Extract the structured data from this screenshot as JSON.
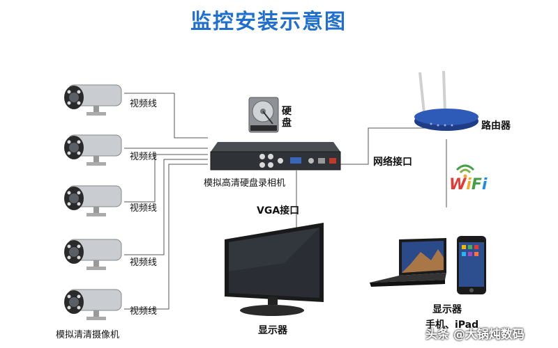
{
  "title": "监控安装示意图",
  "cameras": {
    "cable_label": "视频线",
    "group_label": "模拟清清摄像机",
    "count": 5
  },
  "dvr": {
    "label": "模拟高清硬盘录相机",
    "hdd_label": "硬盘"
  },
  "router": {
    "label": "路由器",
    "network_label": "网络接口",
    "wifi_text": "WiFi"
  },
  "monitor": {
    "vga_label": "VGA接口",
    "label": "显示器"
  },
  "devices": {
    "label_display": "显示器",
    "label_mobile": "手机、iPad"
  },
  "watermark": "头条 @大锅炖数码",
  "colors": {
    "title": "#1f6fd0",
    "wifi_letters": [
      "#e53935",
      "#f9a825",
      "#43a047",
      "#1e88e5"
    ]
  }
}
